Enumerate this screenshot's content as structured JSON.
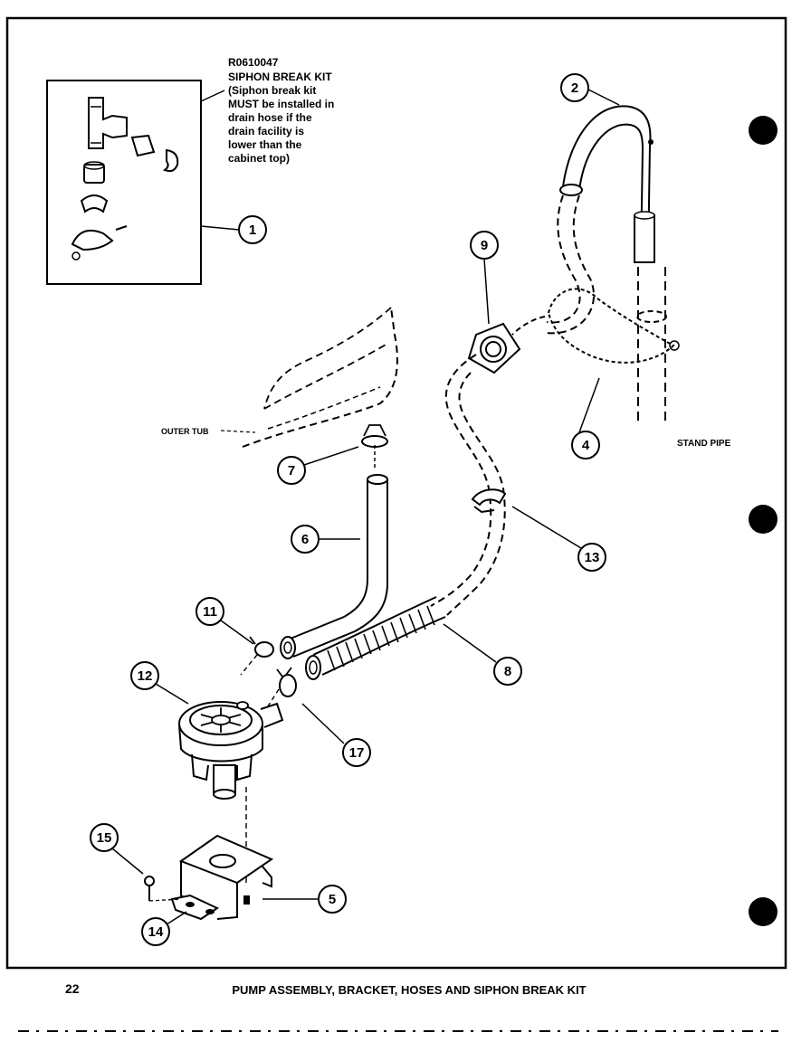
{
  "kit": {
    "part_no": "R0610047",
    "title": "SIPHON BREAK KIT",
    "note_lines": [
      "(Siphon break kit",
      "MUST be installed in",
      "drain hose if the",
      "drain facility is",
      "lower than the",
      "cabinet top)"
    ]
  },
  "labels": {
    "outer_tub": "OUTER TUB",
    "stand_pipe": "STAND PIPE"
  },
  "callouts": [
    "1",
    "2",
    "4",
    "5",
    "6",
    "7",
    "8",
    "9",
    "11",
    "12",
    "13",
    "14",
    "15",
    "17"
  ],
  "footer": {
    "page_number": "22",
    "caption": "PUMP ASSEMBLY, BRACKET, HOSES AND SIPHON BREAK KIT"
  }
}
